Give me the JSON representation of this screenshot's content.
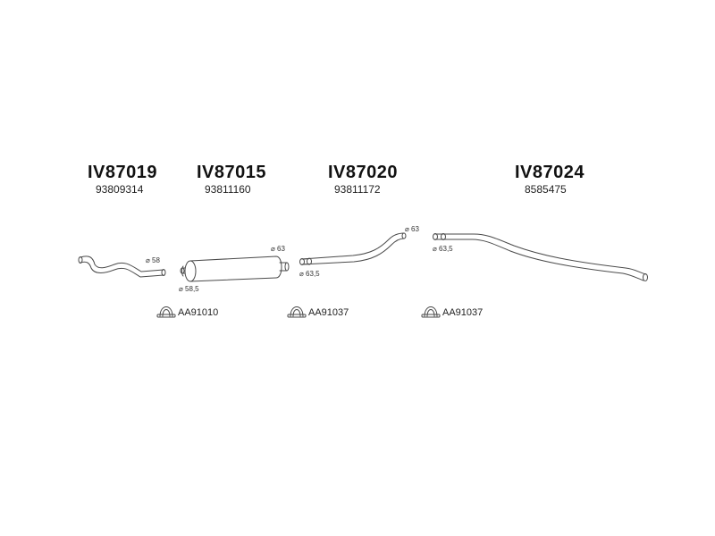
{
  "parts": [
    {
      "code": "IV87019",
      "oem": "93809314",
      "dims": [
        "⌀ 58"
      ]
    },
    {
      "code": "IV87015",
      "oem": "93811160",
      "dims": [
        "⌀ 63",
        "⌀ 58,5"
      ]
    },
    {
      "code": "IV87020",
      "oem": "93811172",
      "dims": [
        "⌀ 63",
        "⌀ 63,5"
      ]
    },
    {
      "code": "IV87024",
      "oem": "8585475",
      "dims": [
        "⌀ 63,5"
      ]
    }
  ],
  "clamps": [
    {
      "label": "AA91010",
      "icon": "u-bolt-clamp-icon"
    },
    {
      "label": "AA91037",
      "icon": "u-bolt-clamp-icon"
    },
    {
      "label": "AA91037",
      "icon": "u-bolt-clamp-icon"
    }
  ],
  "colors": {
    "stroke": "#4a4a4a",
    "fill": "#ffffff",
    "text": "#111111"
  }
}
